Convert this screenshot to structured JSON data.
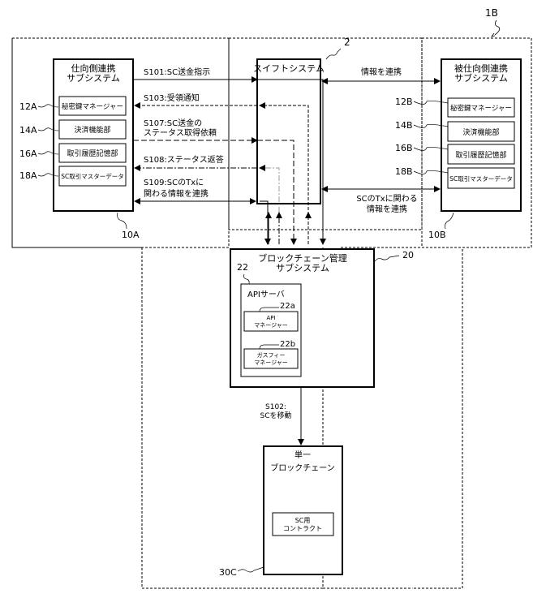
{
  "figure_label": "1B",
  "left_subsystem": {
    "ref": "10A",
    "title_line1": "仕向側連携",
    "title_line2": "サブシステム",
    "components": [
      {
        "ref": "12A",
        "label": "秘密鍵マネージャー"
      },
      {
        "ref": "14A",
        "label": "決済機能部"
      },
      {
        "ref": "16A",
        "label": "取引履歴記憶部"
      },
      {
        "ref": "18A",
        "label": "SC取引マスターデータ"
      }
    ]
  },
  "right_subsystem": {
    "ref": "10B",
    "title_line1": "被仕向側連携",
    "title_line2": "サブシステム",
    "components": [
      {
        "ref": "12B",
        "label": "秘密鍵マネージャー"
      },
      {
        "ref": "14B",
        "label": "決済機能部"
      },
      {
        "ref": "16B",
        "label": "取引履歴記憶部"
      },
      {
        "ref": "18B",
        "label": "SC取引マスターデータ"
      }
    ]
  },
  "swift_system": {
    "ref": "2",
    "title": "スイフトシステム"
  },
  "messages": {
    "s101": "S101:SC送金指示",
    "s103": "S103:受領通知",
    "s107_line1": "S107:SC送金の",
    "s107_line2": "ステータス取得依頼",
    "s108": "S108:ステータス返答",
    "s109_line1": "S109:SCのTxに",
    "s109_line2": "関わる情報を連携",
    "info_link": "情報を連携",
    "sc_tx_line1": "SCのTxに関わる",
    "sc_tx_line2": "情報を連携",
    "s102_line1": "S102:",
    "s102_line2": "SCを移動"
  },
  "blockchain_mgmt": {
    "ref": "20",
    "title_line1": "ブロックチェーン管理",
    "title_line2": "サブシステム",
    "api_server": {
      "ref": "22",
      "title": "APIサーバ",
      "modules": [
        {
          "ref": "22a",
          "line1": "API",
          "line2": "マネージャー"
        },
        {
          "ref": "22b",
          "line1": "ガスフィー",
          "line2": "マネージャー"
        }
      ]
    }
  },
  "blockchain": {
    "ref": "30C",
    "title_line1": "単一",
    "title_line2": "ブロックチェーン",
    "contract_line1": "SC用",
    "contract_line2": "コントラクト"
  }
}
